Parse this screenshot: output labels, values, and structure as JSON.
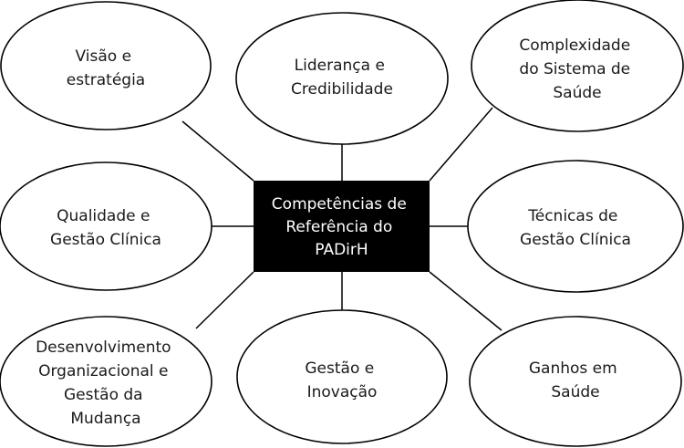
{
  "center": {
    "lines": [
      "Competências de",
      "Referência do",
      "PADirH"
    ]
  },
  "nodes": {
    "visao": {
      "lines": [
        "Visão e",
        "estratégia"
      ]
    },
    "lideranca": {
      "lines": [
        "Liderança e",
        "Credibilidade"
      ]
    },
    "complexidade": {
      "lines": [
        "Complexidade",
        "do Sistema de",
        "Saúde"
      ]
    },
    "qualidade": {
      "lines": [
        "Qualidade e",
        "Gestão Clínica"
      ]
    },
    "tecnicas": {
      "lines": [
        "Técnicas de",
        "Gestão Clínica"
      ]
    },
    "desenvolvimento": {
      "lines": [
        "Desenvolvimento",
        "Organizacional e",
        "Gestão da",
        "Mudança"
      ]
    },
    "gestao_inovacao": {
      "lines": [
        "Gestão e",
        "Inovação"
      ]
    },
    "ganhos": {
      "lines": [
        "Ganhos em",
        "Saúde"
      ]
    }
  }
}
